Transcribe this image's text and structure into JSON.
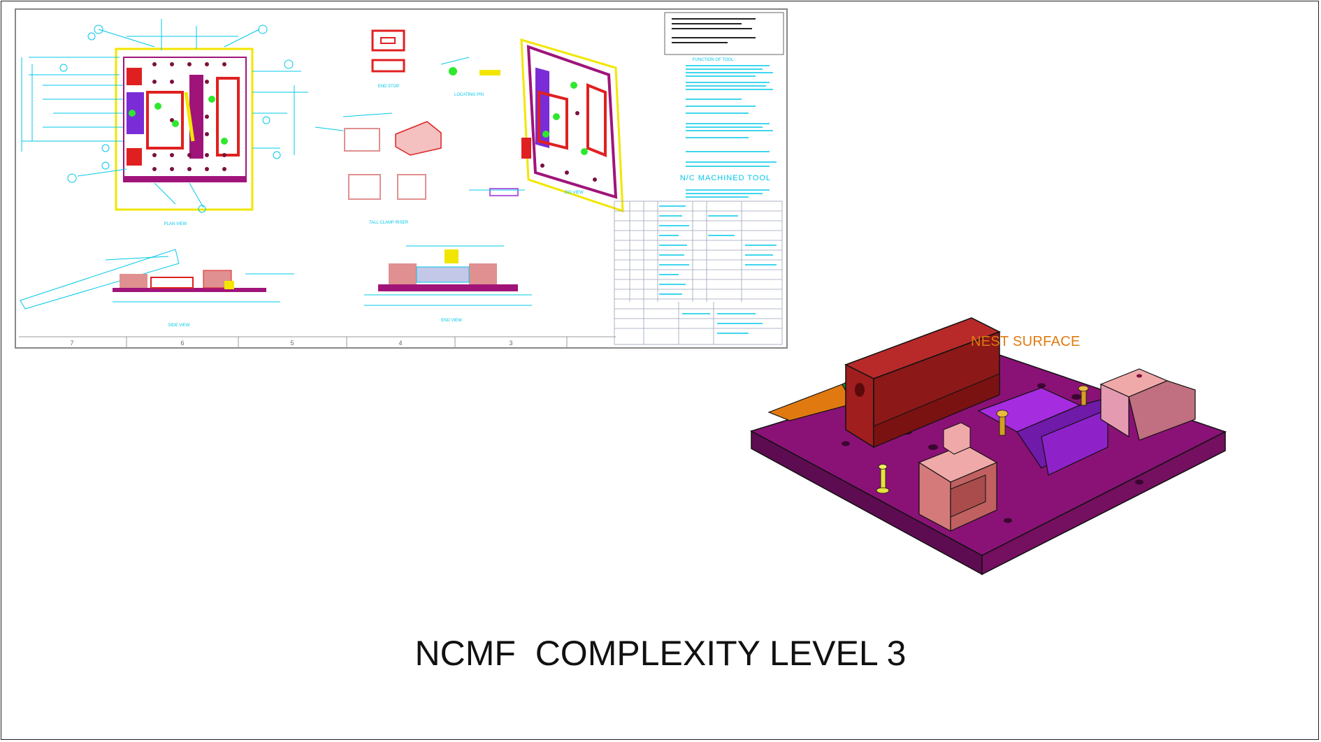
{
  "slide": {
    "title": "NCMF  COMPLEXITY LEVEL 3"
  },
  "model_view": {
    "callout": "NEST SURFACE"
  },
  "drawing_sheet": {
    "headline": "N/C MACHINED TOOL",
    "notes_heading": "FUNCTION OF TOOL:",
    "zone_labels": [
      "7",
      "6",
      "5",
      "4",
      "3"
    ],
    "view_labels": [
      "PLAN VIEW",
      "SIDE VIEW",
      "END VIEW",
      "ISO VIEW",
      "END STOP",
      "LOCATING PIN",
      "TALL CLAMP RISER"
    ]
  },
  "colors": {
    "cad_cyan": "#00c8e8",
    "cad_red": "#e02020",
    "cad_magenta": "#a0147a",
    "cad_yellow": "#f2e600",
    "callout_orange": "#e07a10",
    "plate_purple": "#8a1276"
  }
}
